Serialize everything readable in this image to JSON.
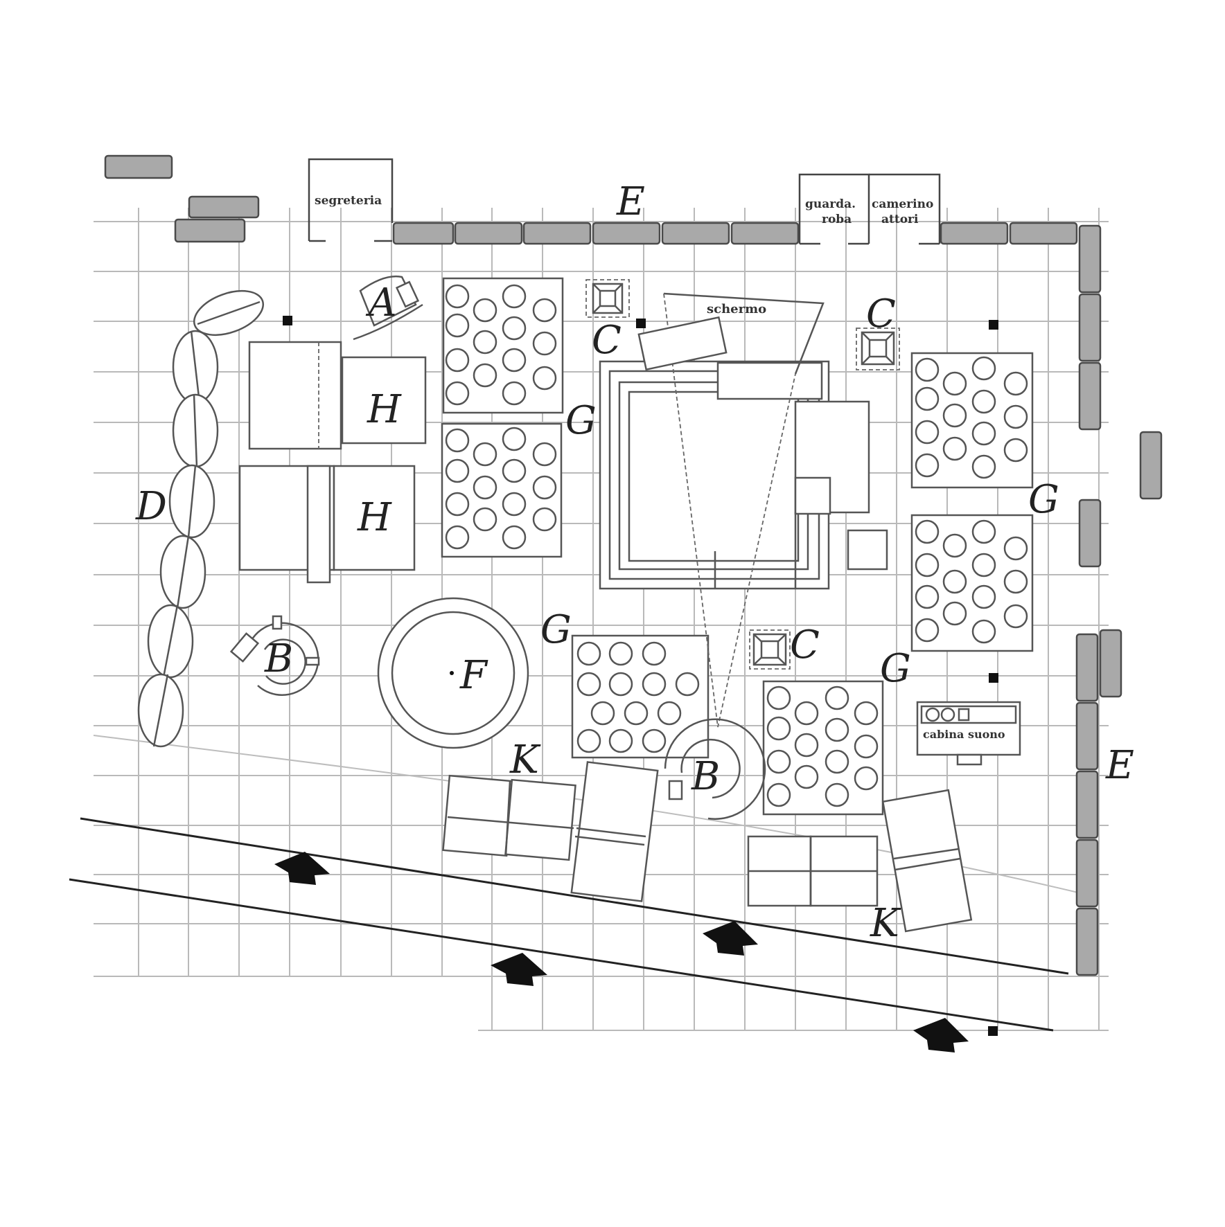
{
  "labels": {
    "a": "A",
    "b": "B",
    "c": "C",
    "d": "D",
    "e": "E",
    "f": "F",
    "g": "G",
    "h": "H",
    "k": "K"
  },
  "rooms": {
    "segreteria": "segreteria",
    "guardaroba_line1": "guarda.",
    "guardaroba_line2": "roba",
    "camerino_line1": "camerino",
    "camerino_line2": "attori",
    "schermo": "schermo",
    "cabina_suono": "cabina suono"
  },
  "colors": {
    "wall_fill": "#a9a9a9",
    "grid": "#b9b9b9",
    "ink": "#222222"
  }
}
